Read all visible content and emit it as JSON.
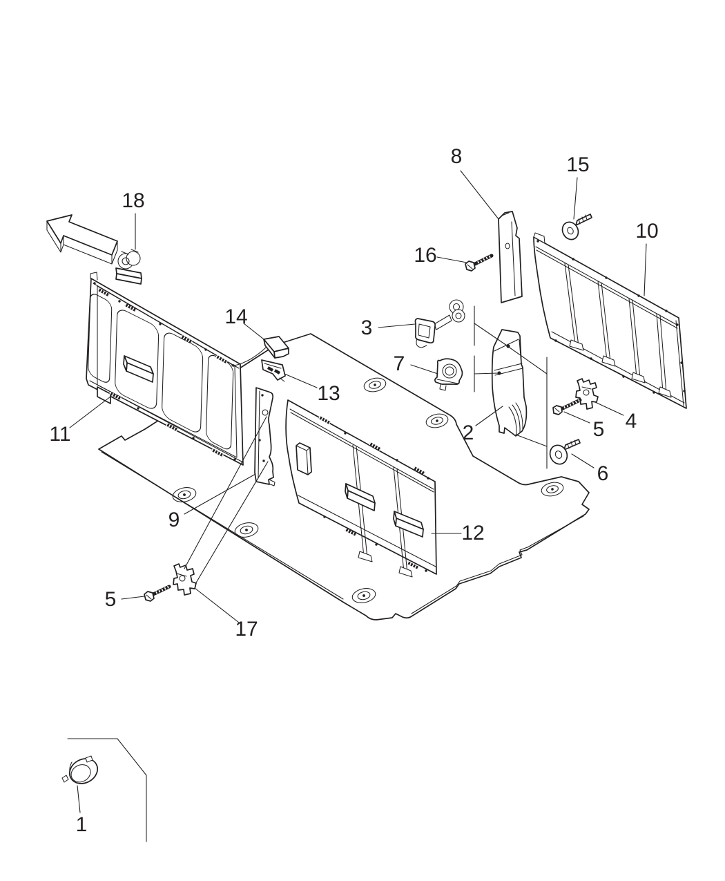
{
  "colors": {
    "background": "#ffffff",
    "line": "#231f20"
  },
  "icons": {
    "direction_arrow": "direction-arrow-icon"
  },
  "callouts": [
    {
      "label": "1"
    },
    {
      "label": "2"
    },
    {
      "label": "3"
    },
    {
      "label": "4"
    },
    {
      "label": "5"
    },
    {
      "label": "6"
    },
    {
      "label": "7"
    },
    {
      "label": "8"
    },
    {
      "label": "9"
    },
    {
      "label": "10"
    },
    {
      "label": "11"
    },
    {
      "label": "12"
    },
    {
      "label": "13"
    },
    {
      "label": "14"
    },
    {
      "label": "15"
    },
    {
      "label": "16"
    },
    {
      "label": "17"
    },
    {
      "label": "18"
    },
    {
      "label": "5"
    }
  ]
}
